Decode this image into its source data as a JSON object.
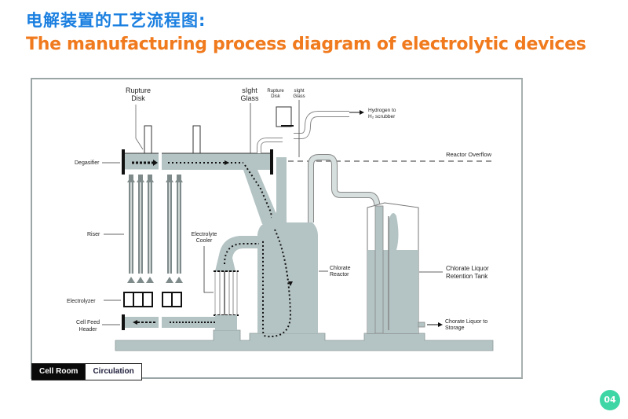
{
  "header": {
    "title_cn": "电解装置的工艺流程图:",
    "title_en": "The manufacturing process diagram of electrolytic devices"
  },
  "colors": {
    "title_cn": "#1a7fe0",
    "title_en": "#f07a1d",
    "fluid": "#b4c3c3",
    "badge": "#3fd6a6"
  },
  "diagram": {
    "labels": {
      "rupture_disk_1": [
        "Rupture",
        "Disk"
      ],
      "sight_glass_1": [
        "sIght",
        "Glass"
      ],
      "rupture_disk_2": [
        "Rupture",
        "Disk"
      ],
      "sight_glass_2": [
        "sIght",
        "Glass"
      ],
      "hydrogen": [
        "Hydrogen to",
        "H₂ scrubber"
      ],
      "reactor_overflow": "Reactor Overflow",
      "degasifier": "Degasifier",
      "riser": "Riser",
      "electrolyte_cooler": [
        "Electrolyte",
        "Cooler"
      ],
      "chlorate_reactor": [
        "Chlorate",
        "Reactor"
      ],
      "retention_tank": [
        "Chlorate Liquor",
        "Retention Tank"
      ],
      "electrolyzer": "Electrolyzer",
      "cell_feed_header": [
        "Cell Feed",
        "Header"
      ],
      "to_storage": [
        "Chorate Liquor to",
        "Storage"
      ]
    }
  },
  "tabs": [
    {
      "label": "Cell Room",
      "active": true
    },
    {
      "label": "Circulation",
      "active": false
    }
  ],
  "page_number": "04"
}
